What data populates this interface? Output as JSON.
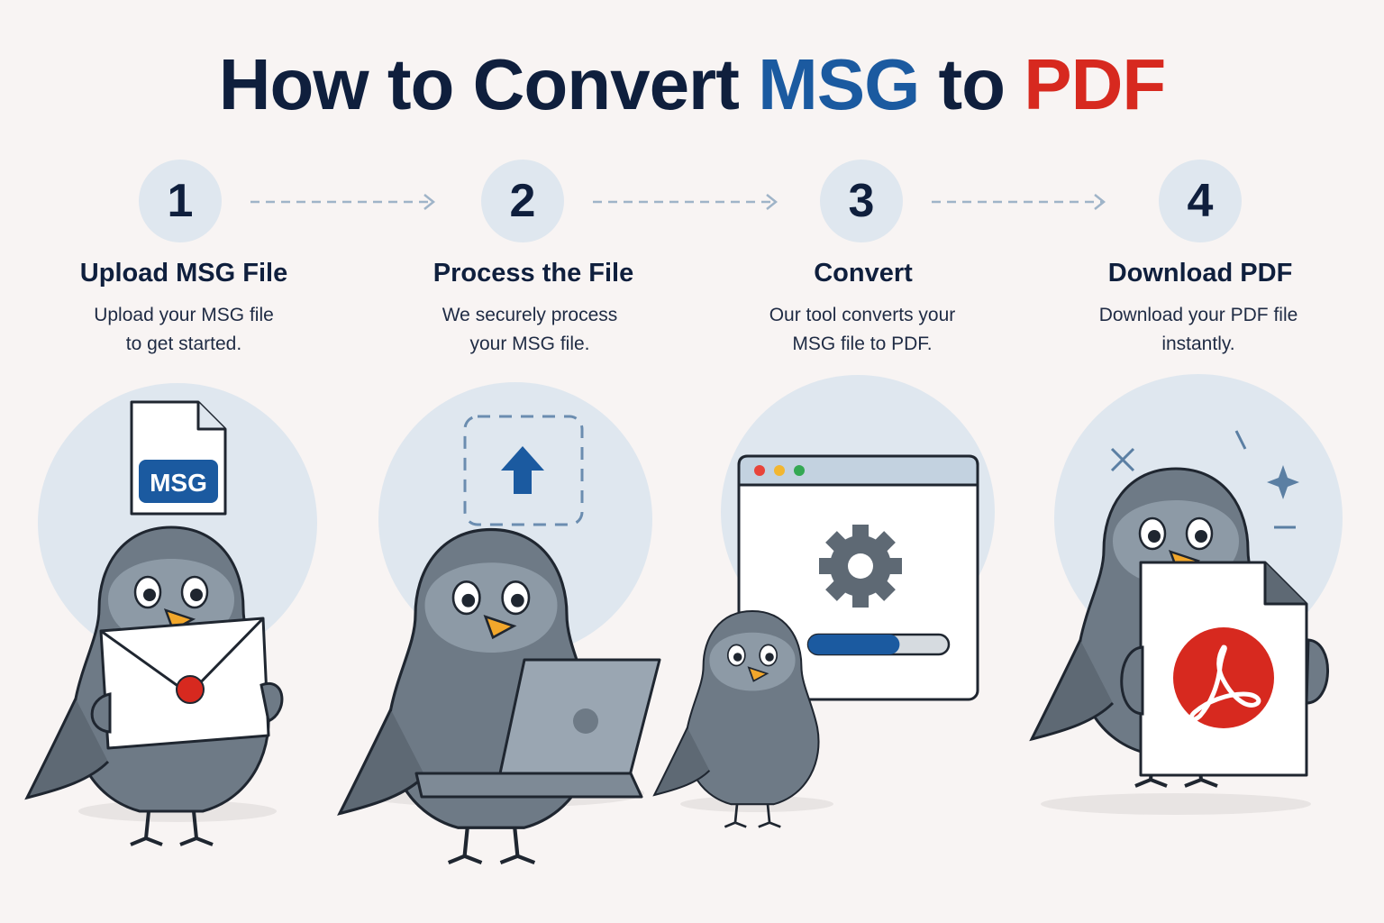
{
  "title": {
    "prefix": "How to Convert ",
    "format_from": "MSG",
    "middle": " to ",
    "format_to": "PDF"
  },
  "colors": {
    "navy": "#0f1f3d",
    "msg_blue": "#1b5aa0",
    "pdf_red": "#d7291f",
    "circle_bg": "#dfe7ef"
  },
  "steps": [
    {
      "number": "1",
      "title": "Upload MSG File",
      "desc": [
        "Upload your MSG file",
        "to get started."
      ]
    },
    {
      "number": "2",
      "title": "Process the File",
      "desc": [
        "We securely process",
        "your MSG file."
      ]
    },
    {
      "number": "3",
      "title": "Convert",
      "desc": [
        "Our tool converts your",
        "MSG file to PDF."
      ]
    },
    {
      "number": "4",
      "title": "Download PDF",
      "desc": [
        "Download your PDF file",
        "instantly."
      ]
    }
  ],
  "illustrations": {
    "msg_badge": "MSG",
    "icons": [
      "document-icon",
      "envelope-icon",
      "upload-arrow-icon",
      "laptop-icon",
      "browser-window-icon",
      "gear-icon",
      "progress-bar",
      "pdf-document-icon",
      "acrobat-icon",
      "sparkle-icon",
      "pigeon"
    ],
    "progress": 0.65
  }
}
